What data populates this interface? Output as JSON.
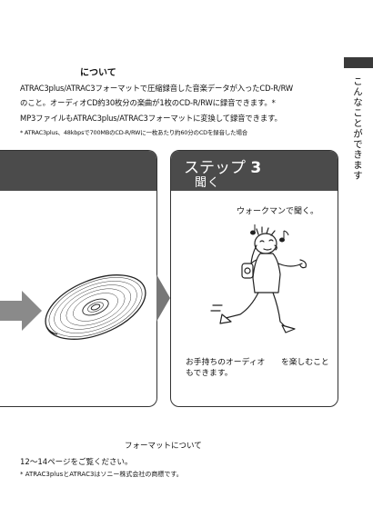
{
  "side_tab": {
    "label": "こんなことができます"
  },
  "intro": {
    "heading": "について",
    "lines": [
      "ATRAC3plus/ATRAC3フォーマットで圧縮録音した音楽データが入ったCD-R/RW",
      "のこと。オーディオCD約30枚分の楽曲が1枚のCD-R/RWに録音できます。*",
      "MP3ファイルもATRAC3plus/ATRAC3フォーマットに変換して録音できます。"
    ],
    "note": "* ATRAC3plus、48kbpsで700MBのCD-R/RWに一枚あたり約60分のCDを録音した場合"
  },
  "step3": {
    "step_label": "ステップ",
    "step_number": "3",
    "subtitle": "聞く",
    "walkman_caption": "ウォークマンで聞く。",
    "audio_caption": "お手持ちのオーディオ　　を楽しむこともできます。"
  },
  "bottom": {
    "heading": "フォーマットについて",
    "line1": "12～14ページをご覧ください。",
    "note": "* ATRAC3plusとATRAC3はソニー株式会社の商標です。"
  },
  "icons": [
    "cd-disc-icon",
    "right-arrow-icon",
    "music-note-icon",
    "walking-person-illustration"
  ]
}
